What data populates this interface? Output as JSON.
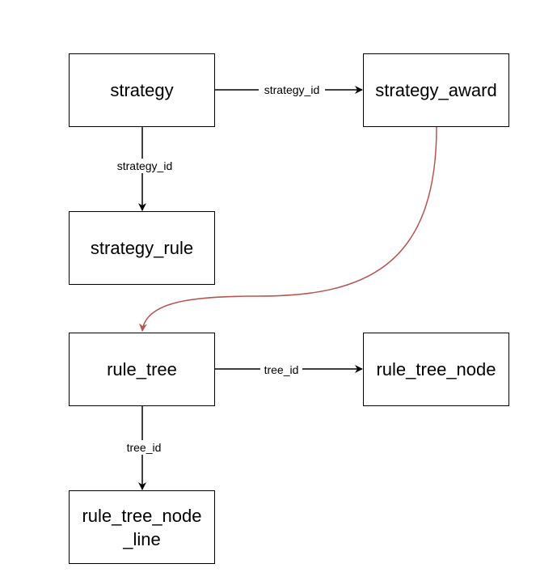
{
  "nodes": {
    "strategy": "strategy",
    "strategy_award": "strategy_award",
    "strategy_rule": "strategy_rule",
    "rule_tree": "rule_tree",
    "rule_tree_node": "rule_tree_node",
    "rule_tree_node_line": [
      "rule_tree_node",
      "_line"
    ]
  },
  "edges": {
    "strategy_to_award": "strategy_id",
    "strategy_to_rule": "strategy_id",
    "tree_to_node": "tree_id",
    "tree_to_line": "tree_id"
  },
  "colors": {
    "stroke": "#000000",
    "award_to_tree_edge": "#b85450"
  }
}
